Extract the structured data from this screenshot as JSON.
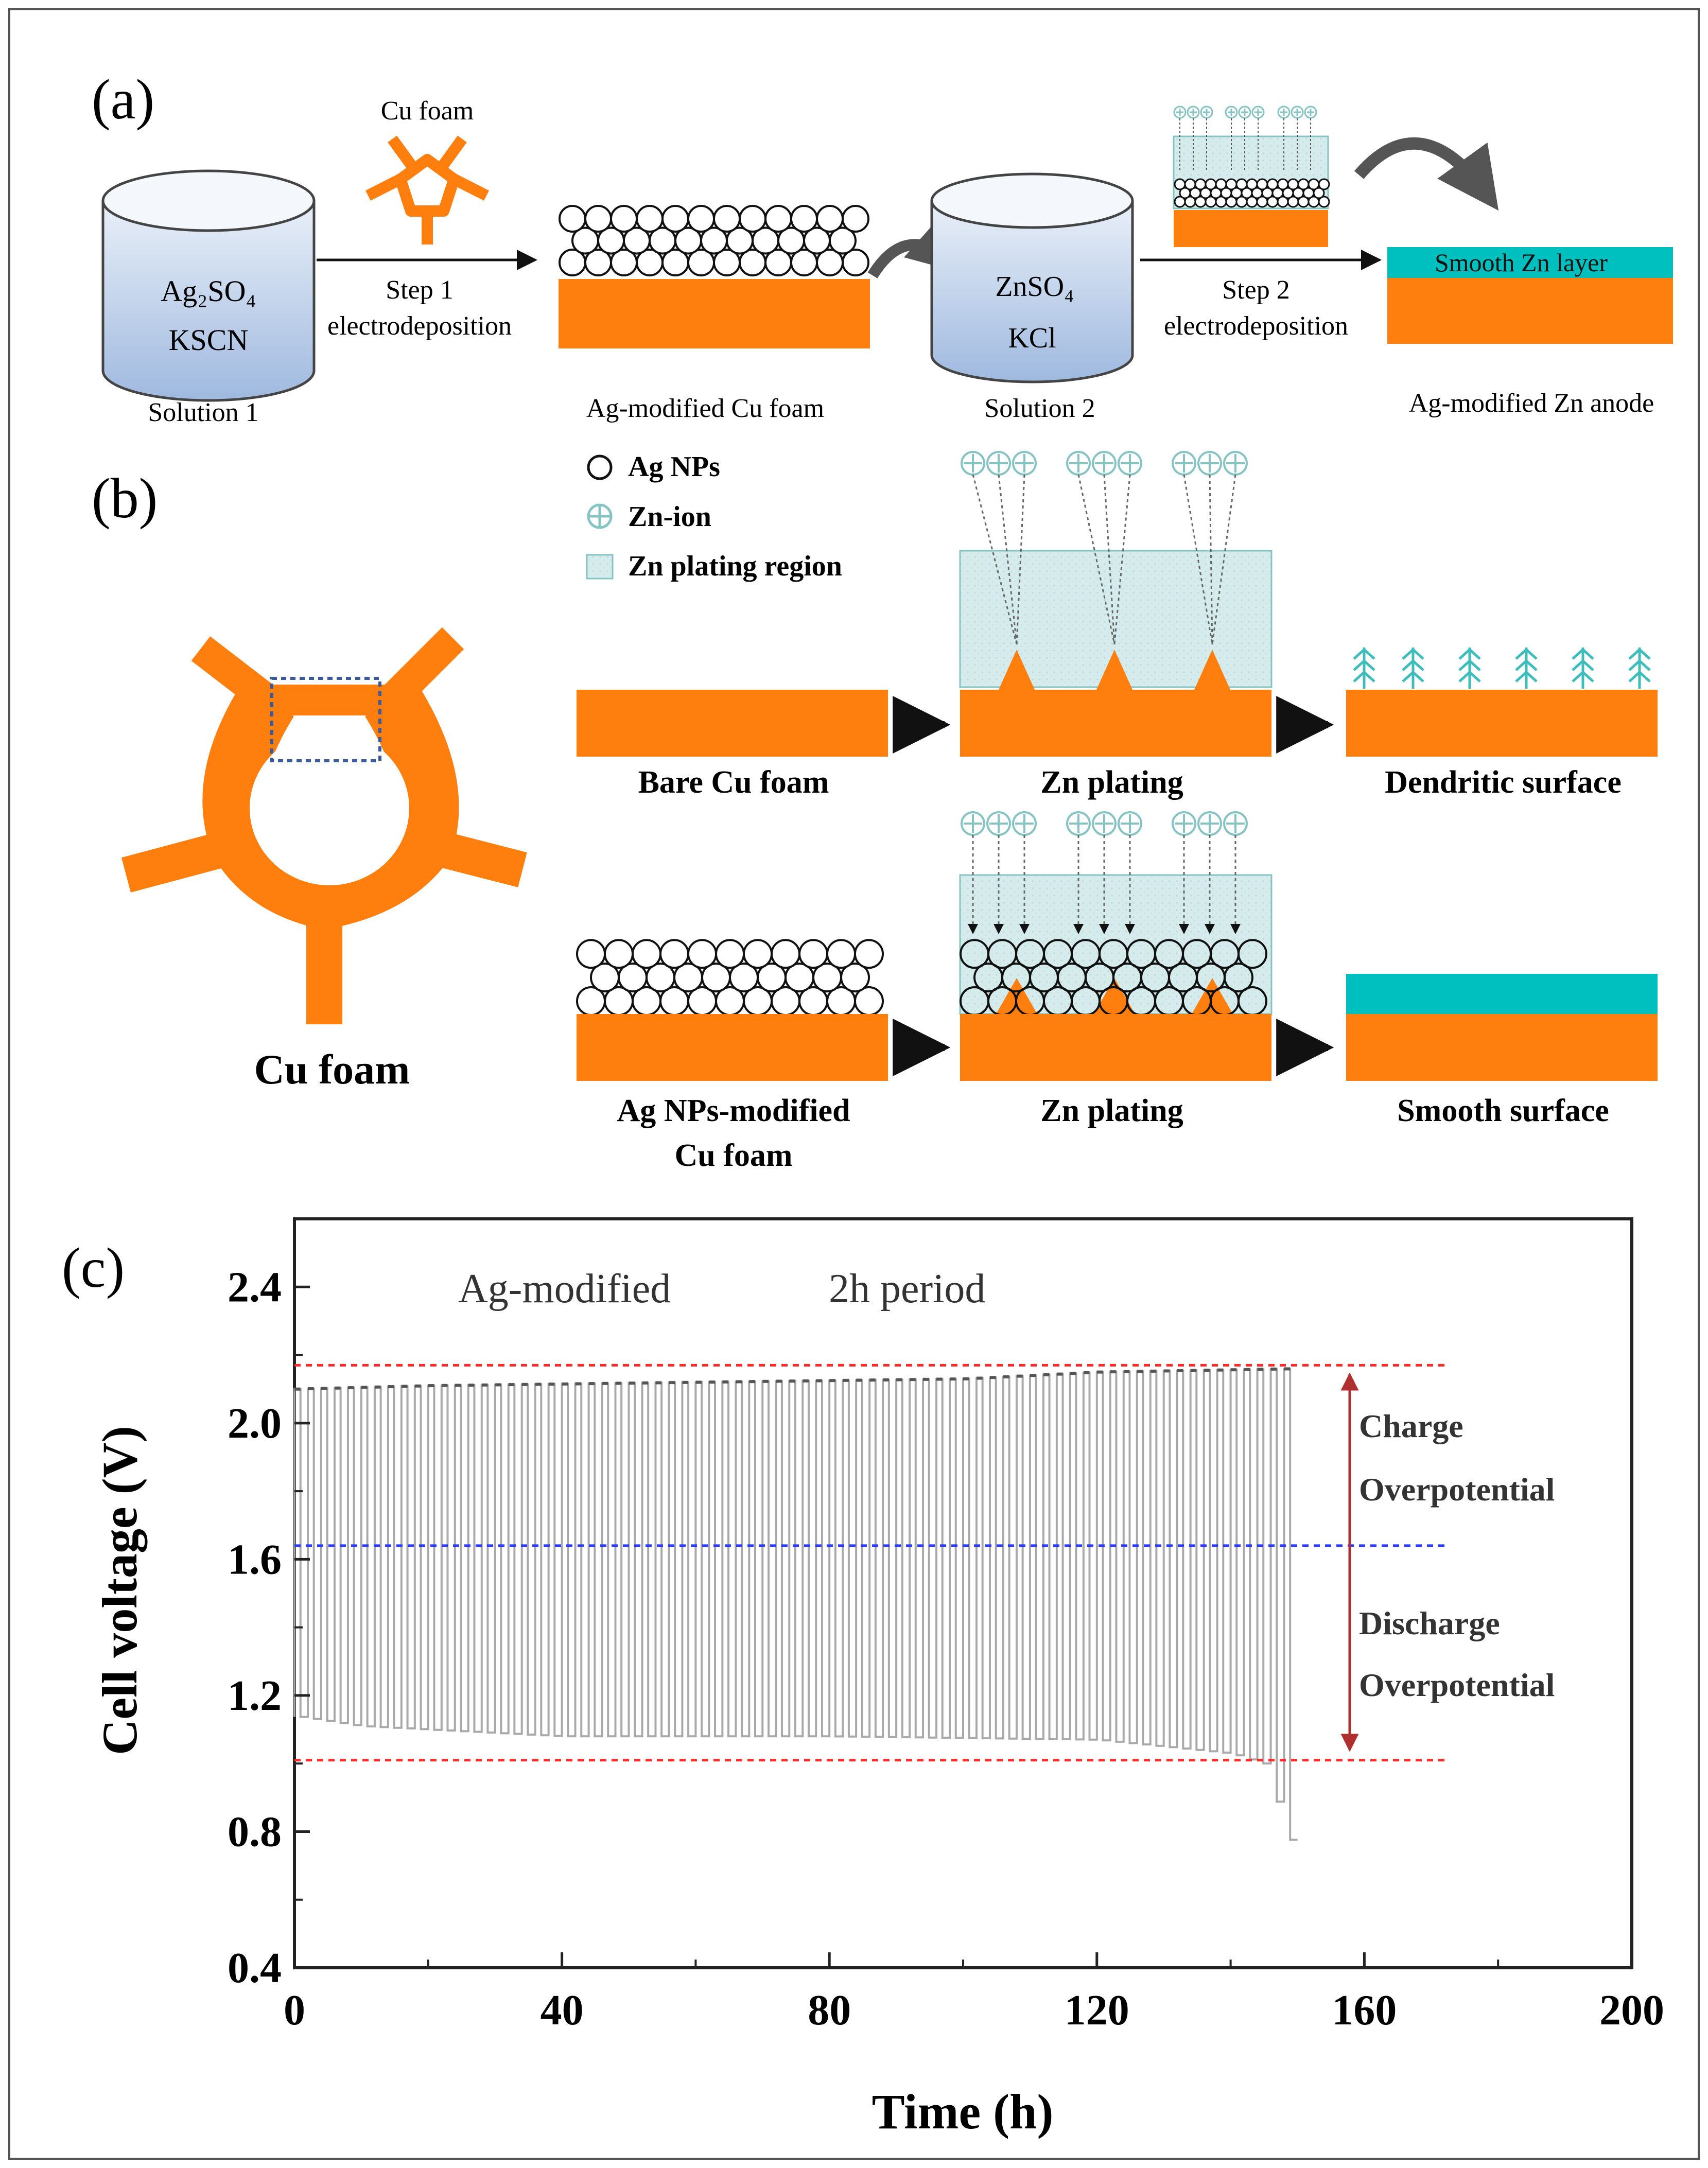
{
  "panel_a": {
    "label": "(a)",
    "solution1_line1": "Ag₂SO₄",
    "solution1_line2": "KSCN",
    "solution1_caption": "Solution 1",
    "cu_foam_label": "Cu foam",
    "step1_line1": "Step 1",
    "step1_line2": "electrodeposition",
    "ag_cu_caption": "Ag-modified Cu foam",
    "solution2_line1": "ZnSO₄",
    "solution2_line2": "KCl",
    "solution2_caption": "Solution 2",
    "step2_line1": "Step 2",
    "step2_line2": "electrodeposition",
    "zn_layer_label": "Smooth Zn layer",
    "anode_caption": "Ag-modified Zn anode"
  },
  "panel_b": {
    "label": "(b)",
    "legend_ag": "Ag NPs",
    "legend_zn": "Zn-ion",
    "legend_region": "Zn plating region",
    "cu_foam_caption": "Cu foam",
    "bare_caption": "Bare Cu foam",
    "zn_plating_top": "Zn plating",
    "dendritic_caption": "Dendritic surface",
    "ag_caption_line1": "Ag NPs-modified",
    "ag_caption_line2": "Cu foam",
    "zn_plating_bottom": "Zn plating",
    "smooth_caption": "Smooth surface"
  },
  "colors": {
    "copper": "#ff7f0e",
    "zinc": "#00bfbf",
    "zn_ion": "#86c4c4",
    "plating_region": "#d6ecec",
    "charge_line": "#ff2a2a",
    "mid_line": "#2a3aff",
    "trace": "#a9a9a9",
    "overpotential_arrow": "#b03030",
    "frame": "#222222"
  },
  "chart_data": {
    "type": "line",
    "panel_label": "(c)",
    "xlabel": "Time (h)",
    "ylabel": "Cell voltage (V)",
    "xlim": [
      0,
      200
    ],
    "ylim": [
      0.4,
      2.6
    ],
    "x_ticks": [
      0,
      40,
      80,
      120,
      160,
      200
    ],
    "y_ticks": [
      0.4,
      0.8,
      1.2,
      1.6,
      2.0,
      2.4
    ],
    "annotations": [
      "Ag-modified",
      "2h period",
      "Charge",
      "Overpotential",
      "Discharge",
      "Overpotential"
    ],
    "reference_lines": [
      {
        "y": 2.17,
        "color": "red",
        "style": "dashed"
      },
      {
        "y": 1.64,
        "color": "blue",
        "style": "dashed"
      },
      {
        "y": 1.01,
        "color": "red",
        "style": "dashed"
      }
    ],
    "cycle_period_h": 2,
    "series": [
      {
        "charge_voltage": {
          "x": [
            0,
            20,
            60,
            100,
            120,
            150
          ],
          "y": [
            2.1,
            2.11,
            2.12,
            2.13,
            2.15,
            2.16
          ]
        },
        "discharge_voltage": {
          "x": [
            0,
            10,
            40,
            80,
            120,
            140,
            145,
            150
          ],
          "y": [
            1.14,
            1.11,
            1.08,
            1.08,
            1.07,
            1.03,
            1.0,
            0.72
          ]
        }
      }
    ]
  }
}
